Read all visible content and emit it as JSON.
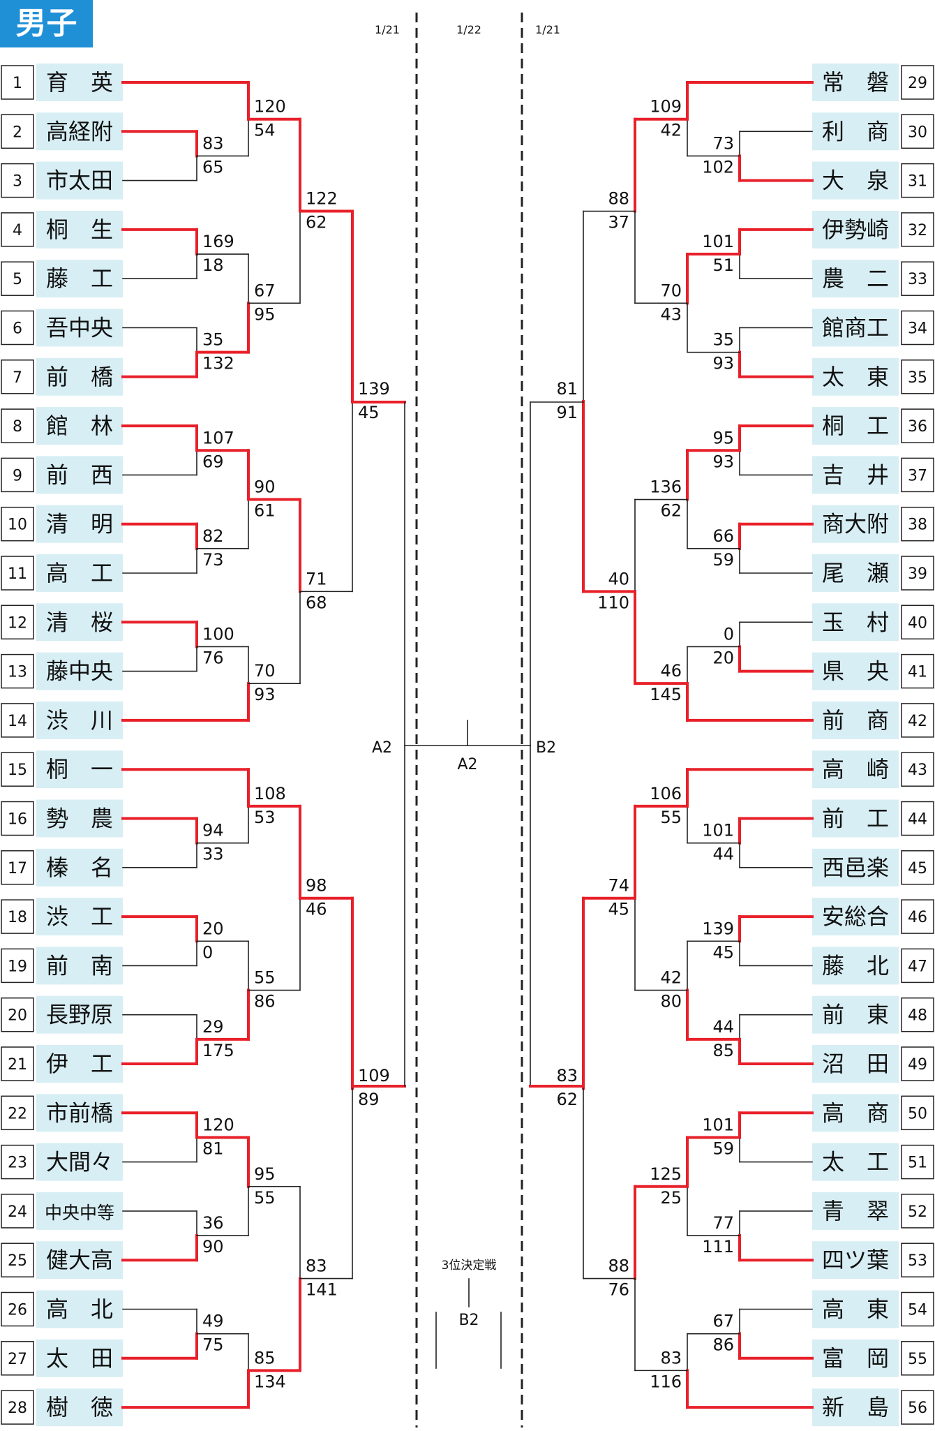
{
  "title": "男子",
  "dates": {
    "left": "1/21",
    "center": "1/22",
    "right": "1/21"
  },
  "colors": {
    "win": "#e8202a",
    "line": "#222222",
    "team_bg": "#d7eef4",
    "title_bg": "#1f8fd6"
  },
  "final_label": "A2",
  "semi_left_label": "A2",
  "semi_right_label": "B2",
  "third_place": {
    "title": "3位決定戦",
    "label": "B2"
  },
  "teams": [
    {
      "seed": "1",
      "name": "育　英"
    },
    {
      "seed": "2",
      "name": "高経附"
    },
    {
      "seed": "3",
      "name": "市太田"
    },
    {
      "seed": "4",
      "name": "桐　生"
    },
    {
      "seed": "5",
      "name": "藤　工"
    },
    {
      "seed": "6",
      "name": "吾中央"
    },
    {
      "seed": "7",
      "name": "前　橋"
    },
    {
      "seed": "8",
      "name": "館　林"
    },
    {
      "seed": "9",
      "name": "前　西"
    },
    {
      "seed": "10",
      "name": "清　明"
    },
    {
      "seed": "11",
      "name": "高　工"
    },
    {
      "seed": "12",
      "name": "清　桜"
    },
    {
      "seed": "13",
      "name": "藤中央"
    },
    {
      "seed": "14",
      "name": "渋　川"
    },
    {
      "seed": "15",
      "name": "桐　一"
    },
    {
      "seed": "16",
      "name": "勢　農"
    },
    {
      "seed": "17",
      "name": "榛　名"
    },
    {
      "seed": "18",
      "name": "渋　工"
    },
    {
      "seed": "19",
      "name": "前　南"
    },
    {
      "seed": "20",
      "name": "長野原"
    },
    {
      "seed": "21",
      "name": "伊　工"
    },
    {
      "seed": "22",
      "name": "市前橋"
    },
    {
      "seed": "23",
      "name": "大間々"
    },
    {
      "seed": "24",
      "name": "中央中等"
    },
    {
      "seed": "25",
      "name": "健大高"
    },
    {
      "seed": "26",
      "name": "高　北"
    },
    {
      "seed": "27",
      "name": "太　田"
    },
    {
      "seed": "28",
      "name": "樹　徳"
    },
    {
      "seed": "29",
      "name": "常　磐"
    },
    {
      "seed": "30",
      "name": "利　商"
    },
    {
      "seed": "31",
      "name": "大　泉"
    },
    {
      "seed": "32",
      "name": "伊勢崎"
    },
    {
      "seed": "33",
      "name": "農　二"
    },
    {
      "seed": "34",
      "name": "館商工"
    },
    {
      "seed": "35",
      "name": "太　東"
    },
    {
      "seed": "36",
      "name": "桐　工"
    },
    {
      "seed": "37",
      "name": "吉　井"
    },
    {
      "seed": "38",
      "name": "商大附"
    },
    {
      "seed": "39",
      "name": "尾　瀬"
    },
    {
      "seed": "40",
      "name": "玉　村"
    },
    {
      "seed": "41",
      "name": "県　央"
    },
    {
      "seed": "42",
      "name": "前　商"
    },
    {
      "seed": "43",
      "name": "高　崎"
    },
    {
      "seed": "44",
      "name": "前　工"
    },
    {
      "seed": "45",
      "name": "西邑楽"
    },
    {
      "seed": "46",
      "name": "安総合"
    },
    {
      "seed": "47",
      "name": "藤　北"
    },
    {
      "seed": "48",
      "name": "前　東"
    },
    {
      "seed": "49",
      "name": "沼　田"
    },
    {
      "seed": "50",
      "name": "高　商"
    },
    {
      "seed": "51",
      "name": "太　工"
    },
    {
      "seed": "52",
      "name": "青　翠"
    },
    {
      "seed": "53",
      "name": "四ツ葉"
    },
    {
      "seed": "54",
      "name": "高　東"
    },
    {
      "seed": "55",
      "name": "富　岡"
    },
    {
      "seed": "56",
      "name": "新　島"
    }
  ],
  "matches": [
    {
      "id": "L1",
      "side": "L",
      "a": {
        "t": 2
      },
      "b": {
        "t": 3
      },
      "sa": "83",
      "sb": "65",
      "w": "a"
    },
    {
      "id": "L2",
      "side": "L",
      "a": {
        "t": 4
      },
      "b": {
        "t": 5
      },
      "sa": "169",
      "sb": "18",
      "w": "a"
    },
    {
      "id": "L3",
      "side": "L",
      "a": {
        "t": 6
      },
      "b": {
        "t": 7
      },
      "sa": "35",
      "sb": "132",
      "w": "b"
    },
    {
      "id": "L4",
      "side": "L",
      "a": {
        "t": 8
      },
      "b": {
        "t": 9
      },
      "sa": "107",
      "sb": "69",
      "w": "a"
    },
    {
      "id": "L5",
      "side": "L",
      "a": {
        "t": 10
      },
      "b": {
        "t": 11
      },
      "sa": "82",
      "sb": "73",
      "w": "a"
    },
    {
      "id": "L6",
      "side": "L",
      "a": {
        "t": 12
      },
      "b": {
        "t": 13
      },
      "sa": "100",
      "sb": "76",
      "w": "a"
    },
    {
      "id": "L7",
      "side": "L",
      "a": {
        "t": 16
      },
      "b": {
        "t": 17
      },
      "sa": "94",
      "sb": "33",
      "w": "a"
    },
    {
      "id": "L8",
      "side": "L",
      "a": {
        "t": 18
      },
      "b": {
        "t": 19
      },
      "sa": "20",
      "sb": "0",
      "w": "a"
    },
    {
      "id": "L9",
      "side": "L",
      "a": {
        "t": 20
      },
      "b": {
        "t": 21
      },
      "sa": "29",
      "sb": "175",
      "w": "b"
    },
    {
      "id": "L10",
      "side": "L",
      "a": {
        "t": 22
      },
      "b": {
        "t": 23
      },
      "sa": "120",
      "sb": "81",
      "w": "a"
    },
    {
      "id": "L11",
      "side": "L",
      "a": {
        "t": 24
      },
      "b": {
        "t": 25
      },
      "sa": "36",
      "sb": "90",
      "w": "b"
    },
    {
      "id": "L12",
      "side": "L",
      "a": {
        "t": 26
      },
      "b": {
        "t": 27
      },
      "sa": "49",
      "sb": "75",
      "w": "b"
    },
    {
      "id": "L13",
      "side": "L",
      "a": {
        "t": 1
      },
      "b": {
        "m": "L1"
      },
      "sa": "120",
      "sb": "54",
      "w": "a"
    },
    {
      "id": "L14",
      "side": "L",
      "a": {
        "m": "L2"
      },
      "b": {
        "m": "L3"
      },
      "sa": "67",
      "sb": "95",
      "w": "b"
    },
    {
      "id": "L15",
      "side": "L",
      "a": {
        "m": "L4"
      },
      "b": {
        "m": "L5"
      },
      "sa": "90",
      "sb": "61",
      "w": "a"
    },
    {
      "id": "L16",
      "side": "L",
      "a": {
        "m": "L6"
      },
      "b": {
        "t": 14
      },
      "sa": "70",
      "sb": "93",
      "w": "b"
    },
    {
      "id": "L17",
      "side": "L",
      "a": {
        "t": 15
      },
      "b": {
        "m": "L7"
      },
      "sa": "108",
      "sb": "53",
      "w": "a"
    },
    {
      "id": "L18",
      "side": "L",
      "a": {
        "m": "L8"
      },
      "b": {
        "m": "L9"
      },
      "sa": "55",
      "sb": "86",
      "w": "b"
    },
    {
      "id": "L19",
      "side": "L",
      "a": {
        "m": "L10"
      },
      "b": {
        "m": "L11"
      },
      "sa": "95",
      "sb": "55",
      "w": "a"
    },
    {
      "id": "L20",
      "side": "L",
      "a": {
        "m": "L12"
      },
      "b": {
        "t": 28
      },
      "sa": "85",
      "sb": "134",
      "w": "b"
    },
    {
      "id": "L21",
      "side": "L",
      "a": {
        "m": "L13"
      },
      "b": {
        "m": "L14"
      },
      "sa": "122",
      "sb": "62",
      "w": "a"
    },
    {
      "id": "L22",
      "side": "L",
      "a": {
        "m": "L15"
      },
      "b": {
        "m": "L16"
      },
      "sa": "71",
      "sb": "68",
      "w": "a"
    },
    {
      "id": "L23",
      "side": "L",
      "a": {
        "m": "L17"
      },
      "b": {
        "m": "L18"
      },
      "sa": "98",
      "sb": "46",
      "w": "a"
    },
    {
      "id": "L24",
      "side": "L",
      "a": {
        "m": "L19"
      },
      "b": {
        "m": "L20"
      },
      "sa": "83",
      "sb": "141",
      "w": "b"
    },
    {
      "id": "L25",
      "side": "L",
      "a": {
        "m": "L21"
      },
      "b": {
        "m": "L22"
      },
      "sa": "139",
      "sb": "45",
      "w": "a"
    },
    {
      "id": "L26",
      "side": "L",
      "a": {
        "m": "L23"
      },
      "b": {
        "m": "L24"
      },
      "sa": "109",
      "sb": "89",
      "w": "a"
    },
    {
      "id": "R1",
      "side": "R",
      "a": {
        "t": 30
      },
      "b": {
        "t": 31
      },
      "sa": "73",
      "sb": "102",
      "w": "b"
    },
    {
      "id": "R2",
      "side": "R",
      "a": {
        "t": 32
      },
      "b": {
        "t": 33
      },
      "sa": "101",
      "sb": "51",
      "w": "a"
    },
    {
      "id": "R3",
      "side": "R",
      "a": {
        "t": 34
      },
      "b": {
        "t": 35
      },
      "sa": "35",
      "sb": "93",
      "w": "b"
    },
    {
      "id": "R4",
      "side": "R",
      "a": {
        "t": 36
      },
      "b": {
        "t": 37
      },
      "sa": "95",
      "sb": "93",
      "w": "a"
    },
    {
      "id": "R5",
      "side": "R",
      "a": {
        "t": 38
      },
      "b": {
        "t": 39
      },
      "sa": "66",
      "sb": "59",
      "w": "a"
    },
    {
      "id": "R6",
      "side": "R",
      "a": {
        "t": 40
      },
      "b": {
        "t": 41
      },
      "sa": "0",
      "sb": "20",
      "w": "b"
    },
    {
      "id": "R7",
      "side": "R",
      "a": {
        "t": 44
      },
      "b": {
        "t": 45
      },
      "sa": "101",
      "sb": "44",
      "w": "a"
    },
    {
      "id": "R8",
      "side": "R",
      "a": {
        "t": 46
      },
      "b": {
        "t": 47
      },
      "sa": "139",
      "sb": "45",
      "w": "a"
    },
    {
      "id": "R9",
      "side": "R",
      "a": {
        "t": 48
      },
      "b": {
        "t": 49
      },
      "sa": "44",
      "sb": "85",
      "w": "b"
    },
    {
      "id": "R10",
      "side": "R",
      "a": {
        "t": 50
      },
      "b": {
        "t": 51
      },
      "sa": "101",
      "sb": "59",
      "w": "a"
    },
    {
      "id": "R11",
      "side": "R",
      "a": {
        "t": 52
      },
      "b": {
        "t": 53
      },
      "sa": "77",
      "sb": "111",
      "w": "b"
    },
    {
      "id": "R12",
      "side": "R",
      "a": {
        "t": 54
      },
      "b": {
        "t": 55
      },
      "sa": "67",
      "sb": "86",
      "w": "b"
    },
    {
      "id": "R13",
      "side": "R",
      "a": {
        "t": 29
      },
      "b": {
        "m": "R1"
      },
      "sa": "109",
      "sb": "42",
      "w": "a"
    },
    {
      "id": "R14",
      "side": "R",
      "a": {
        "m": "R2"
      },
      "b": {
        "m": "R3"
      },
      "sa": "70",
      "sb": "43",
      "w": "a"
    },
    {
      "id": "R15",
      "side": "R",
      "a": {
        "m": "R4"
      },
      "b": {
        "m": "R5"
      },
      "sa": "136",
      "sb": "62",
      "w": "a"
    },
    {
      "id": "R16",
      "side": "R",
      "a": {
        "m": "R6"
      },
      "b": {
        "t": 42
      },
      "sa": "46",
      "sb": "145",
      "w": "b"
    },
    {
      "id": "R17",
      "side": "R",
      "a": {
        "t": 43
      },
      "b": {
        "m": "R7"
      },
      "sa": "106",
      "sb": "55",
      "w": "a"
    },
    {
      "id": "R18",
      "side": "R",
      "a": {
        "m": "R8"
      },
      "b": {
        "m": "R9"
      },
      "sa": "42",
      "sb": "80",
      "w": "b"
    },
    {
      "id": "R19",
      "side": "R",
      "a": {
        "m": "R10"
      },
      "b": {
        "m": "R11"
      },
      "sa": "125",
      "sb": "25",
      "w": "a"
    },
    {
      "id": "R20",
      "side": "R",
      "a": {
        "m": "R12"
      },
      "b": {
        "t": 56
      },
      "sa": "83",
      "sb": "116",
      "w": "b"
    },
    {
      "id": "R21",
      "side": "R",
      "a": {
        "m": "R13"
      },
      "b": {
        "m": "R14"
      },
      "sa": "88",
      "sb": "37",
      "w": "a"
    },
    {
      "id": "R22",
      "side": "R",
      "a": {
        "m": "R15"
      },
      "b": {
        "m": "R16"
      },
      "sa": "40",
      "sb": "110",
      "w": "b"
    },
    {
      "id": "R23",
      "side": "R",
      "a": {
        "m": "R17"
      },
      "b": {
        "m": "R18"
      },
      "sa": "74",
      "sb": "45",
      "w": "a"
    },
    {
      "id": "R24",
      "side": "R",
      "a": {
        "m": "R19"
      },
      "b": {
        "m": "R20"
      },
      "sa": "88",
      "sb": "76",
      "w": "a"
    },
    {
      "id": "R25",
      "side": "R",
      "a": {
        "m": "R21"
      },
      "b": {
        "m": "R22"
      },
      "sa": "81",
      "sb": "91",
      "w": "b"
    },
    {
      "id": "R26",
      "side": "R",
      "a": {
        "m": "R23"
      },
      "b": {
        "m": "R24"
      },
      "sa": "83",
      "sb": "62",
      "w": "a"
    }
  ]
}
